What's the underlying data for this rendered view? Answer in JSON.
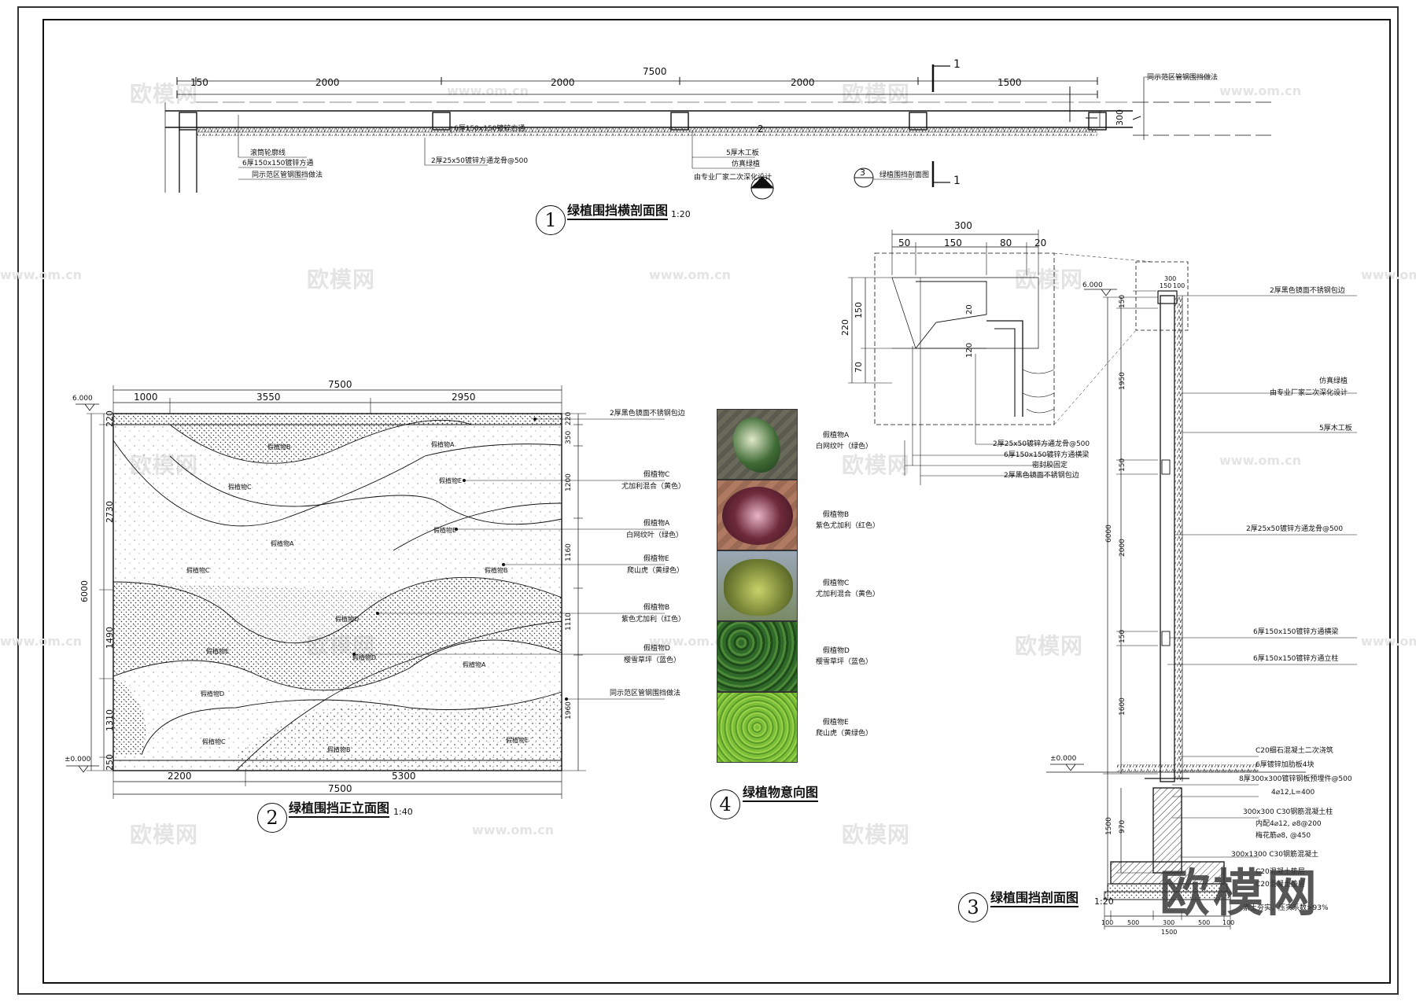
{
  "watermarks": {
    "brand": "欧模网",
    "site": "www.om.cn",
    "corner_brand": "欧模网"
  },
  "section1": {
    "number": "1",
    "title": "绿植围挡横剖面图",
    "scale": "1:20",
    "dims_top": [
      "150",
      "2000",
      "2000",
      "2000",
      "1500"
    ],
    "dim_total": "7500",
    "dim_side": "300",
    "cut_mark": "1",
    "center_mark": "2",
    "labels": {
      "l1": "滚筒轮廓线",
      "l2": "6厚150x150镀锌方通",
      "l3": "同示范区管钢围挡做法",
      "l4": "6厚150x150镀锌方通",
      "l5": "2厚25x50镀锌方通龙骨@500",
      "l6": "5厚木工板",
      "l7": "仿真绿植",
      "l8": "由专业厂家二次深化设计",
      "l9": "绿植围挡剖面图",
      "l10": "同示范区管钢围挡做法"
    },
    "ref_circle": "3"
  },
  "section2": {
    "number": "2",
    "title": "绿植围挡正立面图",
    "scale": "1:40",
    "dims_top": [
      "1000",
      "3550",
      "2950"
    ],
    "dim_total_top": "7500",
    "dims_bottom": [
      "2200",
      "5300"
    ],
    "dim_total_bottom": "7500",
    "dims_left": [
      "220",
      "2730",
      "1490",
      "1310",
      "250"
    ],
    "dim_left_total": "6000",
    "dims_right": [
      "220",
      "350",
      "1200",
      "1160",
      "1110",
      "1960"
    ],
    "level_top": "6.000",
    "level_bottom": "±0.000",
    "callouts": [
      {
        "name": "2厚黑色镜面不锈钢包边",
        "sub": ""
      },
      {
        "name": "假植物C",
        "sub": "尤加利混合（黄色）"
      },
      {
        "name": "假植物A",
        "sub": "白网纹叶（绿色）"
      },
      {
        "name": "假植物E",
        "sub": "爬山虎（黄绿色）"
      },
      {
        "name": "假植物B",
        "sub": "紫色尤加利（红色）"
      },
      {
        "name": "假植物D",
        "sub": "樱雪草坪（蓝色）"
      },
      {
        "name": "同示范区管钢围挡做法",
        "sub": ""
      }
    ],
    "zone_labels": [
      "假植物B",
      "假植物A",
      "假植物C",
      "假植物E",
      "假植物A",
      "假植物E",
      "假植物C",
      "假植物B",
      "假植物D",
      "假植物E",
      "假植物A",
      "假植物D",
      "假植物C",
      "假植物B",
      "假植物E",
      "假植物D"
    ]
  },
  "section3": {
    "number": "3",
    "title": "绿植围挡剖面图",
    "scale": "1:20",
    "detail_dims_top": [
      "50",
      "150",
      "80",
      "20"
    ],
    "detail_dim_total": "300",
    "detail_dims_left": [
      "150",
      "70"
    ],
    "detail_dim_left_total": "220",
    "detail_dims_inner": [
      "20",
      "120"
    ],
    "detail_labels": [
      "2厚25x50镀锌方通龙骨@500",
      "6厚150x150镀锌方通横梁",
      "密封胶固定",
      "2厚黑色镜面不锈钢包边"
    ],
    "level_top": "6.000",
    "level_ground": "±0.000",
    "dims_vertical": [
      "150",
      "1950",
      "150",
      "2000",
      "150",
      "1600"
    ],
    "dim_vertical_total": "6000",
    "dims_foundation": [
      "970",
      "1500"
    ],
    "top_dims": [
      "300",
      "150",
      "100"
    ],
    "bottom_dims": [
      "100",
      "500",
      "300",
      "500",
      "100"
    ],
    "bottom_total": "1500",
    "labels_right": [
      "2厚黑色镜面不锈钢包边",
      "仿真绿植",
      "由专业厂家二次深化设计",
      "5厚木工板",
      "2厚25x50镀锌方通龙骨@500",
      "6厚150x150镀锌方通横梁",
      "6厚150x150镀锌方通立柱",
      "C20细石混凝土二次浇筑",
      "6厚镀锌加肋板4块",
      "8厚300x300镀锌钢板预埋件@500",
      "4⌀12,L=400",
      "300x300 C30钢筋混凝土柱",
      "内配4⌀12, ⌀8@200",
      "梅花筋⌀8, @450",
      "300x1300 C30钢筋混凝土",
      "C20混凝土垫层",
      "C20混凝土垫层",
      "素土夯实，压实系数>93%"
    ]
  },
  "section4": {
    "number": "4",
    "title": "绿植物意向图",
    "plants": [
      {
        "name": "假植物A",
        "desc": "白网纹叶（绿色）",
        "color": "#3f6b35"
      },
      {
        "name": "假植物B",
        "desc": "紫色尤加利（红色）",
        "color": "#6e2a3a"
      },
      {
        "name": "假植物C",
        "desc": "尤加利混合（黄色）",
        "color": "#7d8a3a"
      },
      {
        "name": "假植物D",
        "desc": "樱雪草坪（蓝色）",
        "color": "#2f6a2a"
      },
      {
        "name": "假植物E",
        "desc": "爬山虎（黄绿色）",
        "color": "#7cc03a"
      }
    ]
  }
}
